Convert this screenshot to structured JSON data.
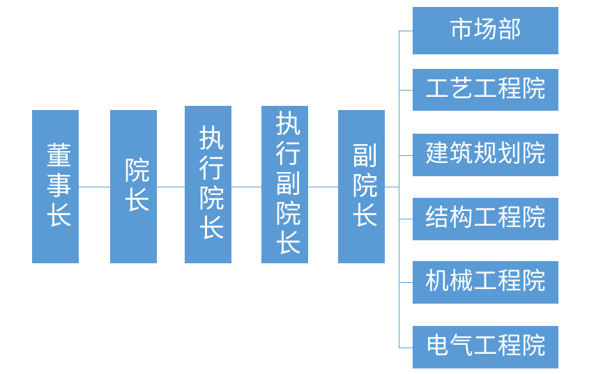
{
  "diagram": {
    "type": "organization-chart",
    "orientation": "left-to-right",
    "colors": {
      "node_fill": "#5B9BD5",
      "node_text": "#FFFFFF",
      "connector": "#5B9BD5",
      "background": "#FFFFFF"
    },
    "chain": [
      {
        "id": "chairman",
        "label": "董事长",
        "chars": 3,
        "columns": 1
      },
      {
        "id": "president",
        "label": "院长",
        "chars": 2,
        "columns": 1
      },
      {
        "id": "executive-president",
        "label": "执行院长",
        "chars": 4,
        "columns": 1
      },
      {
        "id": "executive-vice-president",
        "label": "执行副院长",
        "chars": 5,
        "columns": 1
      },
      {
        "id": "vice-president",
        "label": "副院长",
        "chars": 3,
        "columns": 1
      }
    ],
    "departments": [
      {
        "id": "marketing",
        "label": "市场部"
      },
      {
        "id": "process-engineering",
        "label": "工艺工程院"
      },
      {
        "id": "architectural-planning",
        "label": "建筑规划院"
      },
      {
        "id": "structural-engineering",
        "label": "结构工程院"
      },
      {
        "id": "mechanical-engineering",
        "label": "机械工程院"
      },
      {
        "id": "electrical-engineering",
        "label": "电气工程院"
      }
    ],
    "parent_of_departments": "vice-president"
  }
}
